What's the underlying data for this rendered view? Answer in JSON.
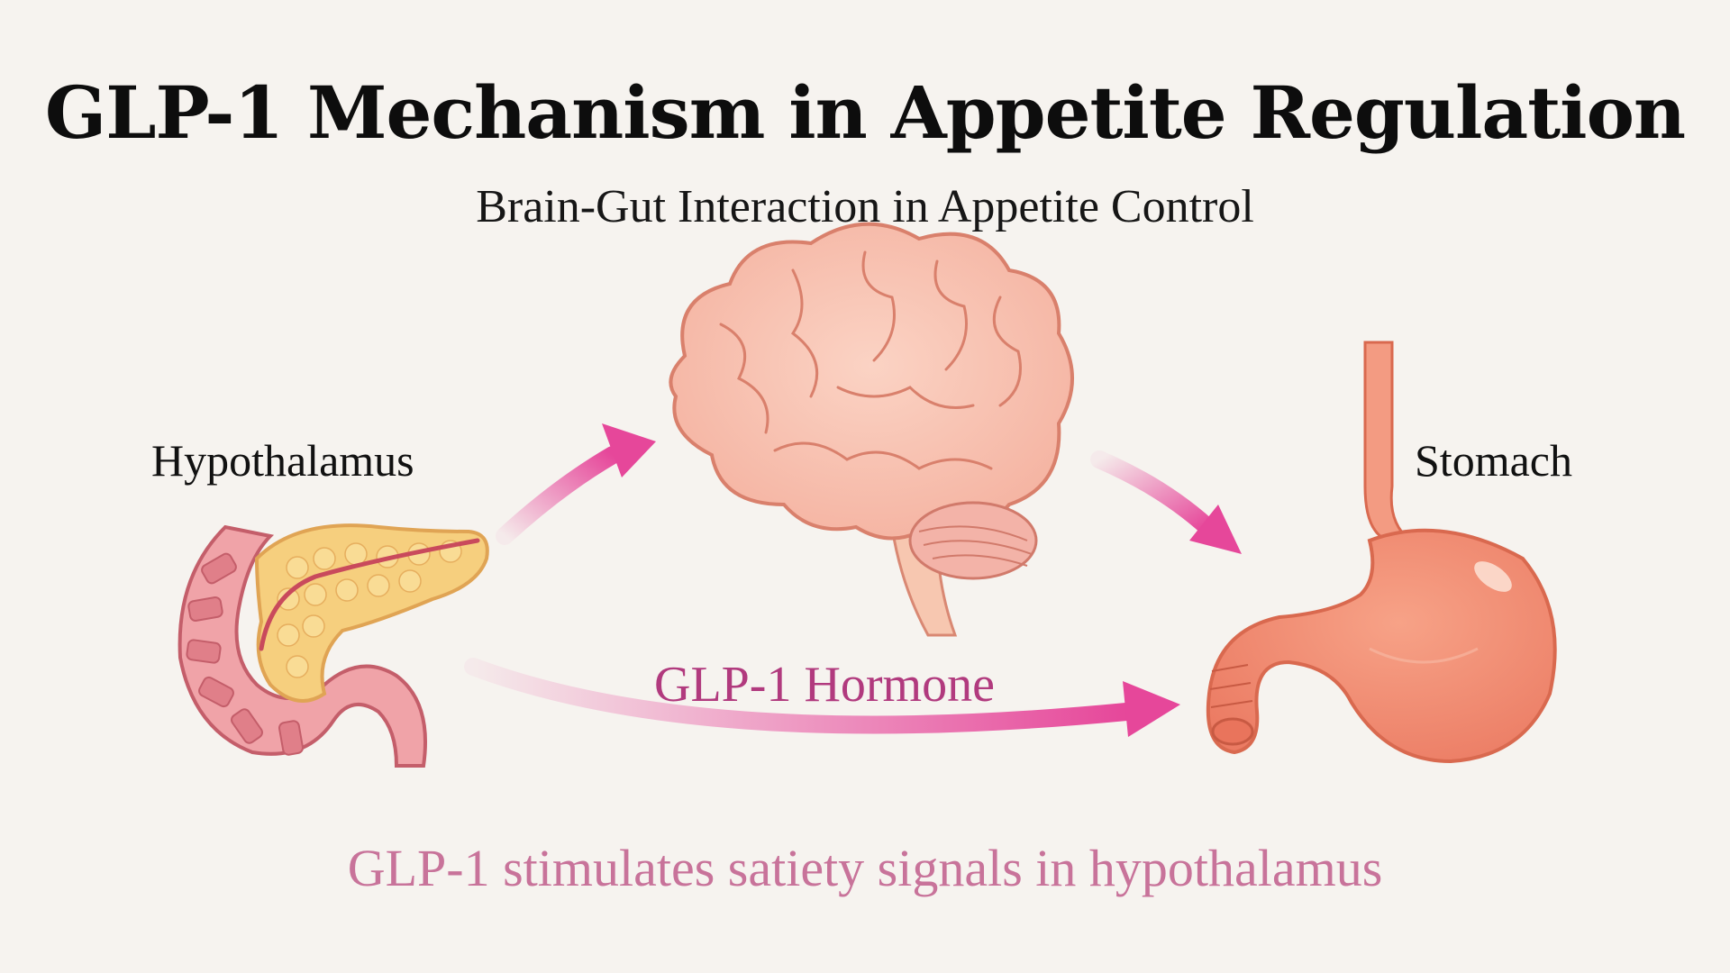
{
  "title": "GLP-1 Mechanism in Appetite Regulation",
  "subtitle": "Brain-Gut Interaction in Appetite Control",
  "labels": {
    "left_organ": "Hypothalamus",
    "right_organ": "Stomach",
    "hormone": "GLP-1 Hormone"
  },
  "caption": "GLP-1 stimulates satiety signals in hypothalamus",
  "colors": {
    "background": "#f6f3ef",
    "arrow": "#e6479a",
    "hormone_text": "#b13a7e",
    "caption_text": "#c8739a",
    "brain": "#f7bfae",
    "stomach": "#f08a72",
    "pancreas": "#f6cf7e"
  },
  "icons": [
    "brain-icon",
    "stomach-icon",
    "pancreas-icon"
  ]
}
